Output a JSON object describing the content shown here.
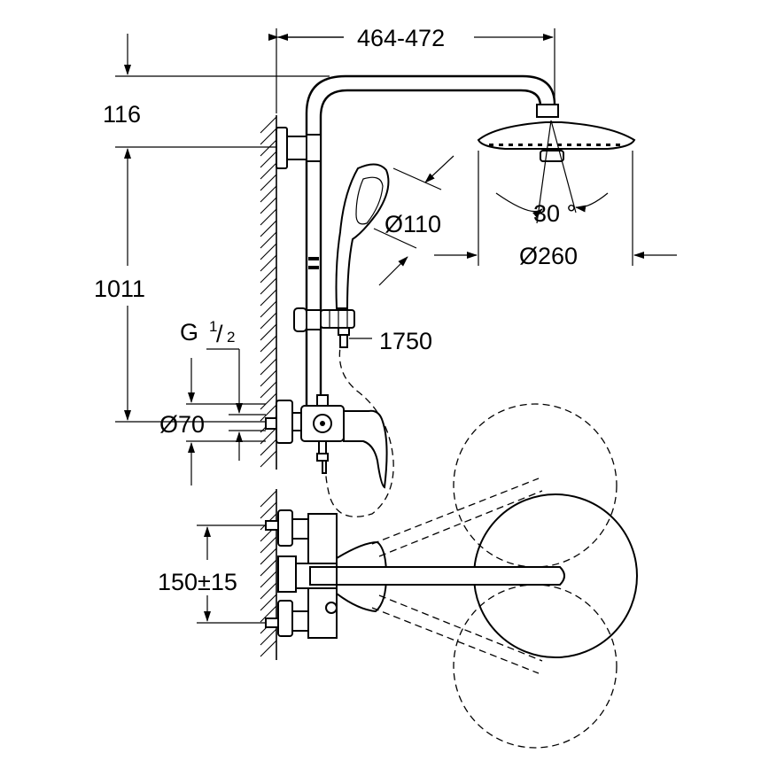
{
  "dimensions": {
    "top_width": "464-472",
    "top_offset": "116",
    "height_to_mixer": "1011",
    "thread": "G",
    "thread_num": "1",
    "thread_den": "2",
    "pipe_diameter": "Ø70",
    "hand_shower_diameter": "Ø110",
    "tilt_angle": "30 °",
    "head_diameter": "Ø260",
    "hose_length": "1750",
    "inlet_spacing": "150±15"
  },
  "colors": {
    "line": "#000000",
    "background": "#ffffff"
  }
}
